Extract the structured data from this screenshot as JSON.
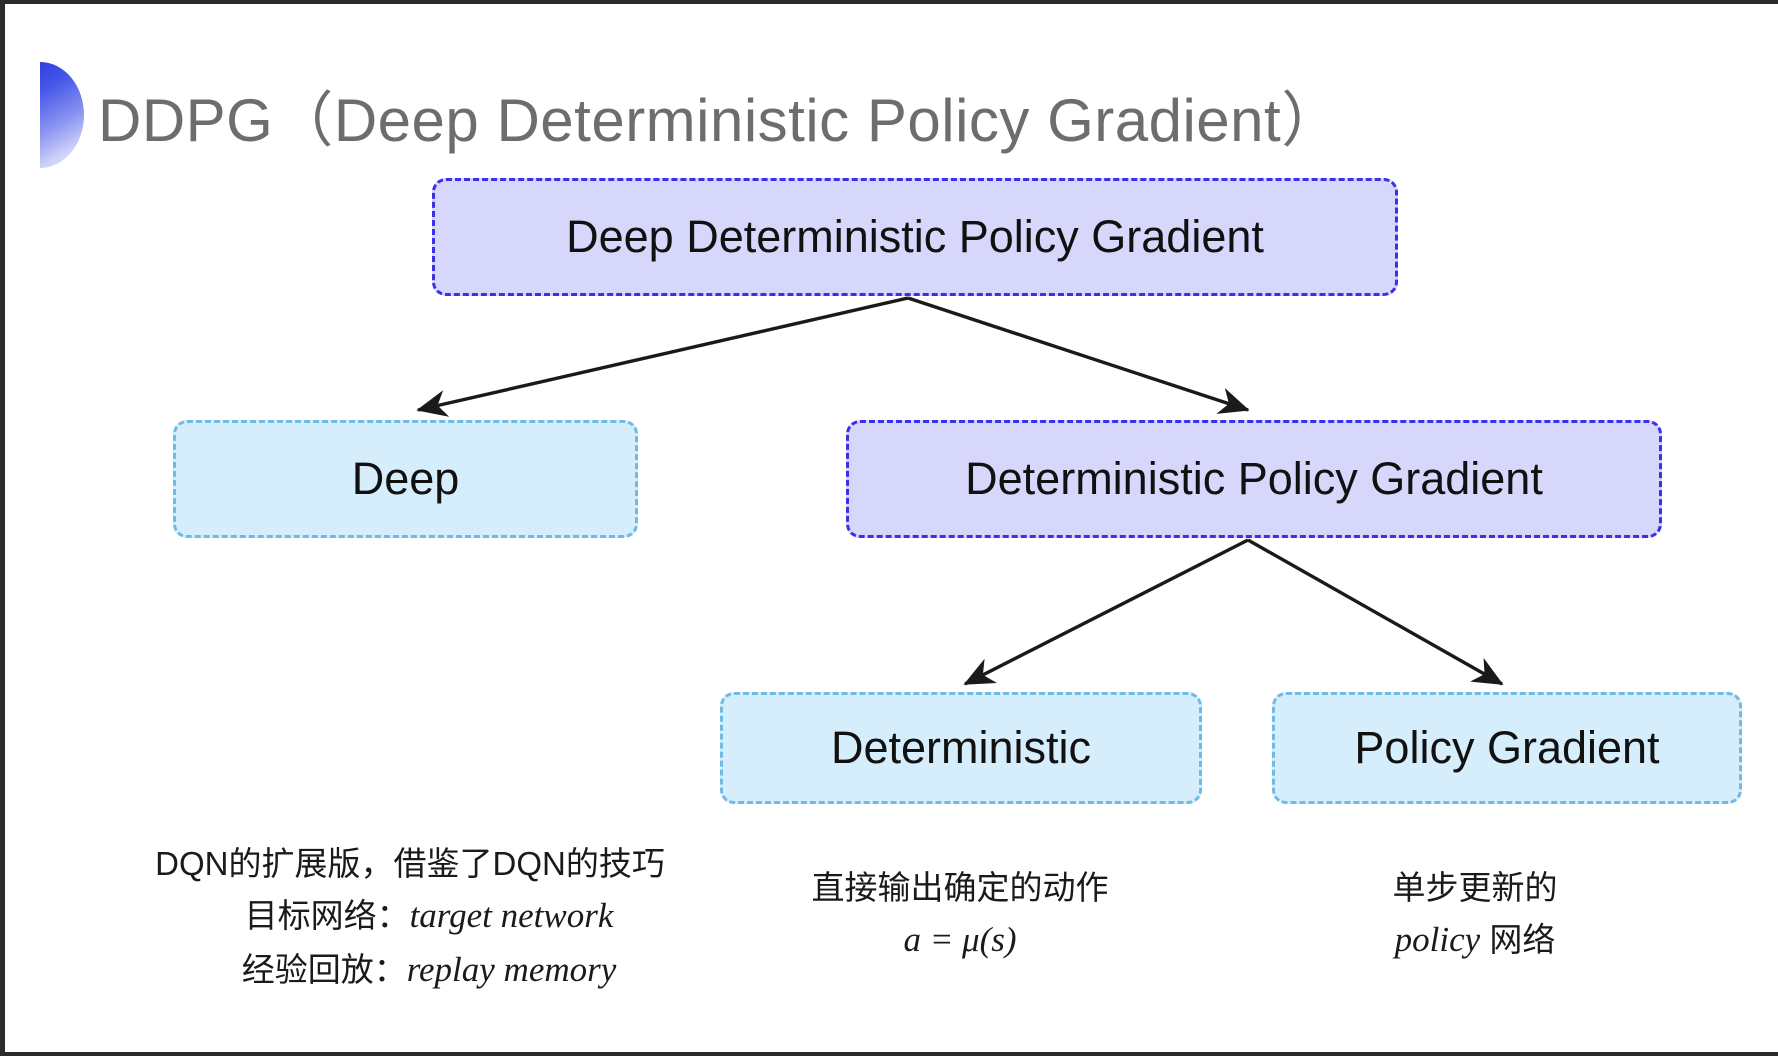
{
  "slide": {
    "title": "DDPG（Deep Deterministic Policy Gradient）",
    "bullet_icon": "half-circle-gradient-icon",
    "background_color": "#ffffff",
    "title_color": "#6d6d6d"
  },
  "colors": {
    "purple_fill": "#d7d6fb",
    "purple_border": "#3b2fe8",
    "blue_fill": "#d6eefb",
    "blue_border": "#6dbbe6",
    "arrow": "#1a1a1a"
  },
  "diagram": {
    "nodes": [
      {
        "id": "root",
        "label": "Deep Deterministic Policy Gradient",
        "style": "purple"
      },
      {
        "id": "deep",
        "label": "Deep",
        "style": "blue"
      },
      {
        "id": "dpg",
        "label": "Deterministic Policy Gradient",
        "style": "purple"
      },
      {
        "id": "det",
        "label": "Deterministic",
        "style": "blue"
      },
      {
        "id": "pg",
        "label": "Policy Gradient",
        "style": "blue"
      }
    ],
    "edges": [
      {
        "from": "root",
        "to": "deep"
      },
      {
        "from": "root",
        "to": "dpg"
      },
      {
        "from": "dpg",
        "to": "det"
      },
      {
        "from": "dpg",
        "to": "pg"
      }
    ]
  },
  "captions": {
    "deep": {
      "line1": "DQN的扩展版，借鉴了DQN的技巧",
      "line2_label": "目标网络：",
      "line2_term": "target network",
      "line3_label": "经验回放：",
      "line3_term": "replay memory"
    },
    "deterministic": {
      "line1": "直接输出确定的动作",
      "line2": "a = μ(s)"
    },
    "policy_gradient": {
      "line1": "单步更新的",
      "line2_term": "policy",
      "line2_rest": " 网络"
    }
  }
}
